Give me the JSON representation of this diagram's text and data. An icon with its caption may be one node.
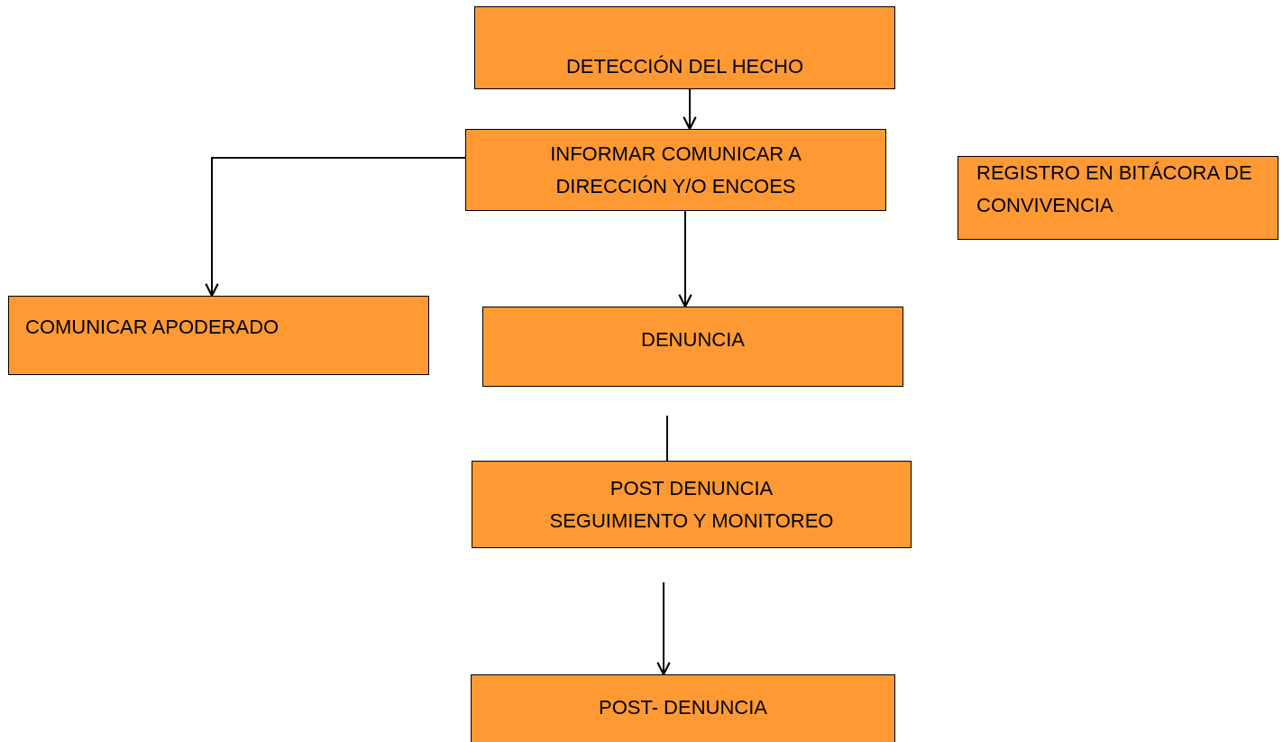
{
  "diagram": {
    "nodes": [
      {
        "text": [
          "DETECCIÓN DEL HECHO"
        ]
      },
      {
        "text": [
          "INFORMAR COMUNICAR A DIRECCIÓN Y/O ENCOES"
        ]
      },
      {
        "text": [
          "REGISTRO EN BITÁCORA DE CONVIVENCIA"
        ]
      },
      {
        "text": [
          "COMUNICAR APODERADO"
        ]
      },
      {
        "text": [
          "DENUNCIA"
        ]
      },
      {
        "text": [
          "POST DENUNCIA",
          "SEGUIMIENTO Y MONITOREO"
        ]
      },
      {
        "text": [
          "POST- DENUNCIA"
        ]
      }
    ],
    "edges": [
      {
        "from": 0,
        "to": 1,
        "arrow": "to"
      },
      {
        "from": 1,
        "to": 3,
        "arrow": "to"
      },
      {
        "from": 1,
        "to": 4,
        "arrow": "to"
      },
      {
        "from": null,
        "to": 5,
        "arrow": "none"
      },
      {
        "from": null,
        "to": 6,
        "arrow": "to"
      }
    ]
  }
}
